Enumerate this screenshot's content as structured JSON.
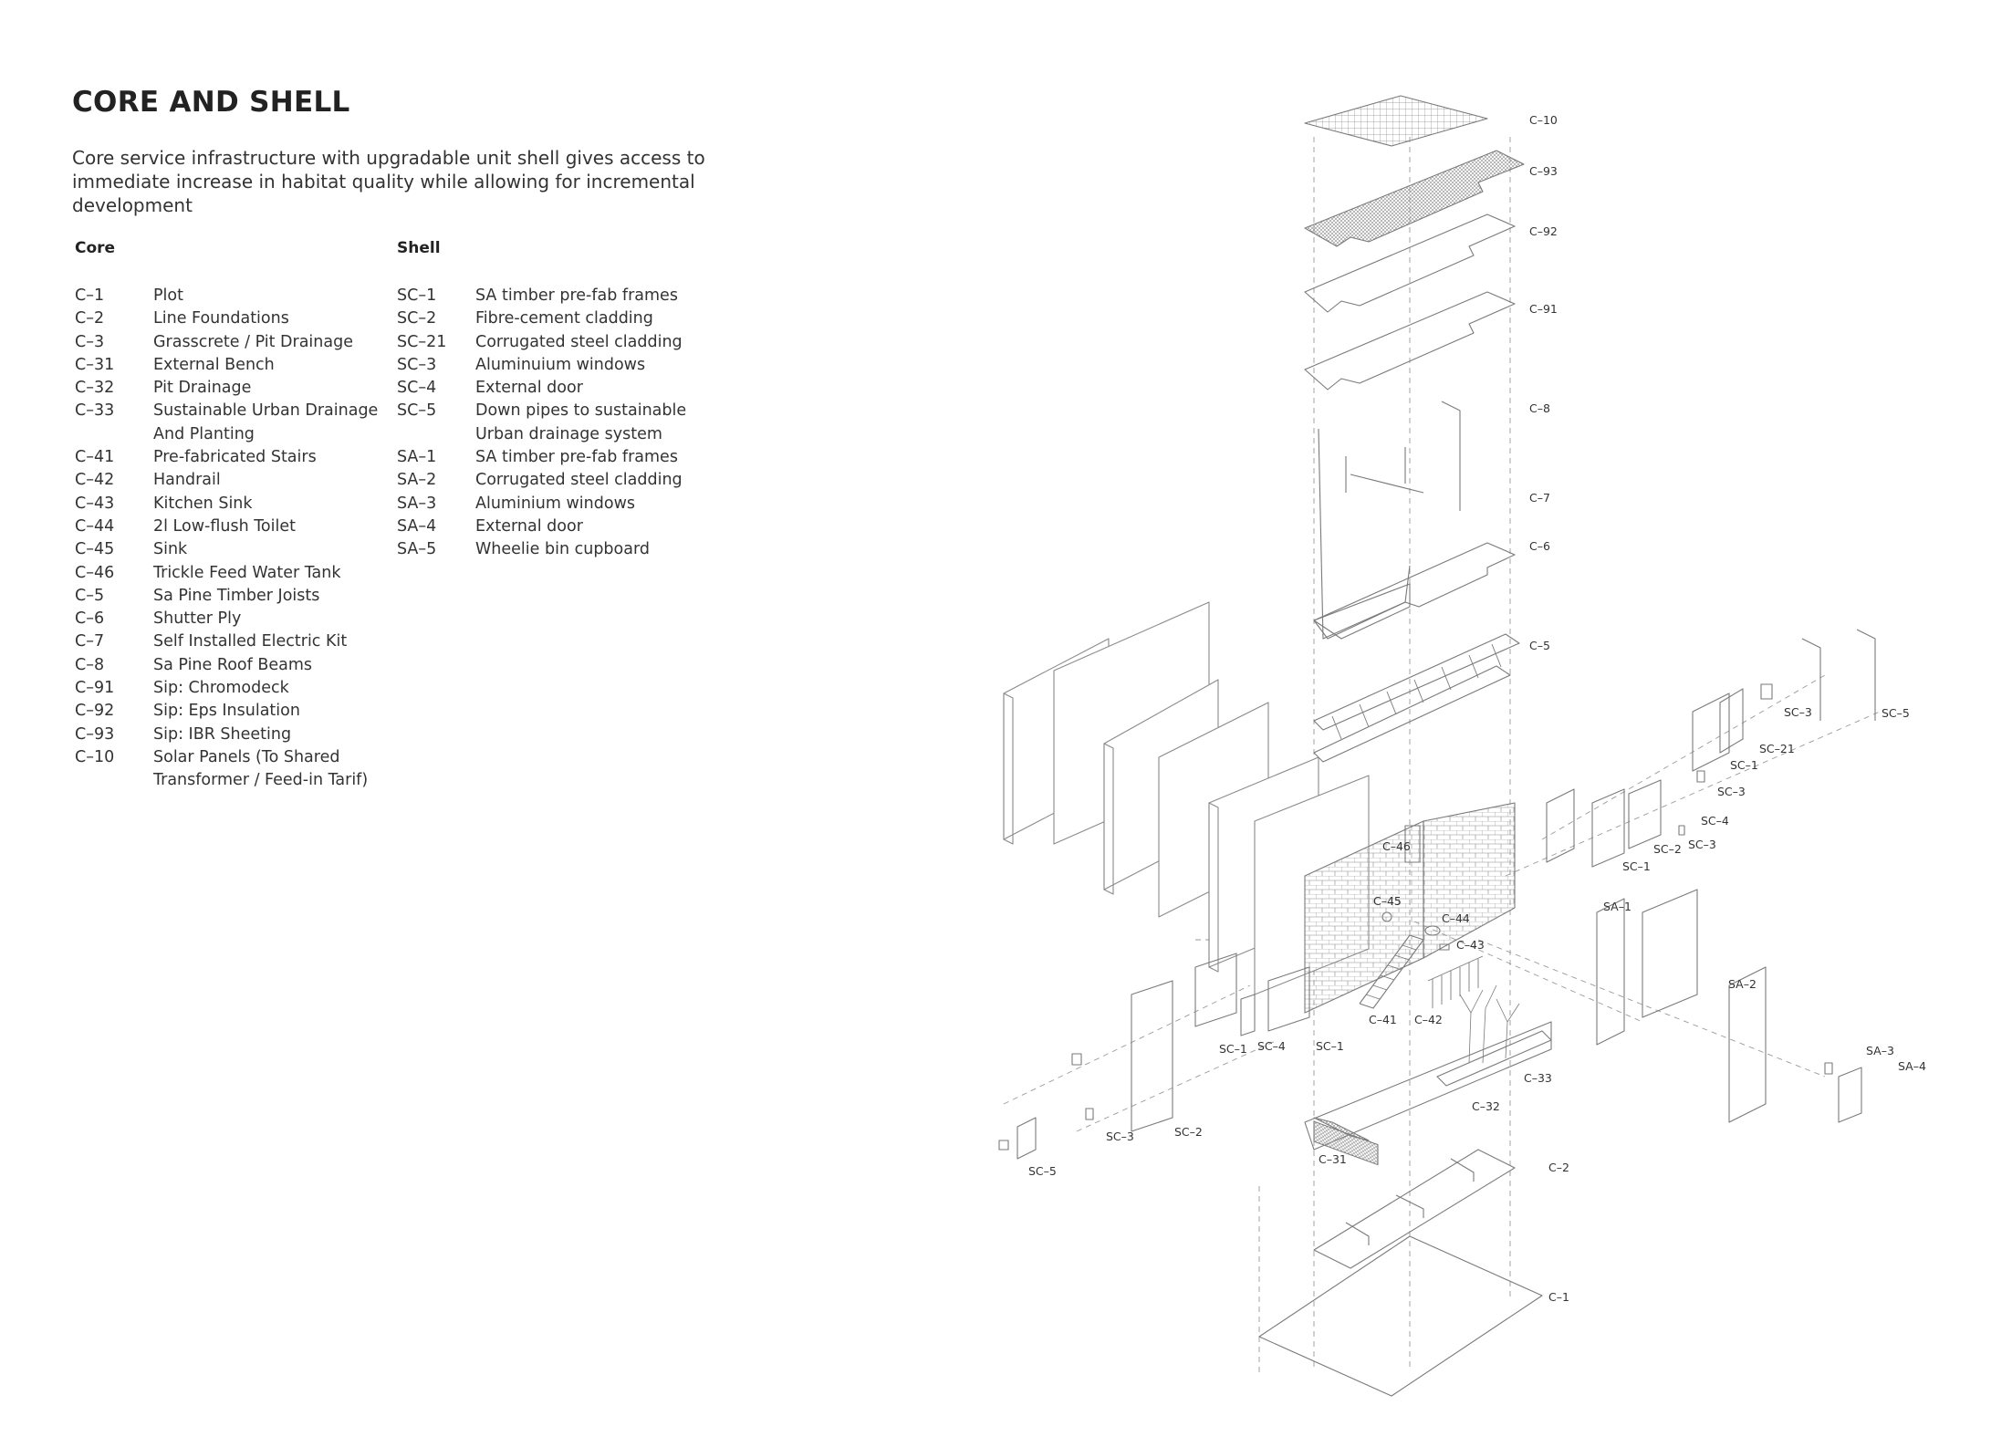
{
  "title": "CORE AND SHELL",
  "intro": "Core service infrastructure with upgradable unit shell gives access to immediate increase in habitat quality while allowing for incremental development",
  "core": {
    "heading": "Core",
    "items": [
      {
        "code": "C–1",
        "desc": "Plot"
      },
      {
        "code": "C–2",
        "desc": "Line Foundations"
      },
      {
        "code": "C–3",
        "desc": "Grasscrete / Pit Drainage"
      },
      {
        "code": "C–31",
        "desc": "External Bench"
      },
      {
        "code": "C–32",
        "desc": "Pit Drainage"
      },
      {
        "code": "C–33",
        "desc": "Sustainable Urban Drainage\nAnd Planting"
      },
      {
        "code": "C–41",
        "desc": "Pre-fabricated Stairs"
      },
      {
        "code": "C–42",
        "desc": "Handrail"
      },
      {
        "code": "C–43",
        "desc": "Kitchen Sink"
      },
      {
        "code": "C–44",
        "desc": "2l Low-flush Toilet"
      },
      {
        "code": "C–45",
        "desc": "Sink"
      },
      {
        "code": "C–46",
        "desc": "Trickle Feed Water Tank"
      },
      {
        "code": "C–5",
        "desc": "Sa Pine Timber Joists"
      },
      {
        "code": "C–6",
        "desc": "Shutter Ply"
      },
      {
        "code": "C–7",
        "desc": "Self Installed Electric Kit"
      },
      {
        "code": "C–8",
        "desc": "Sa Pine Roof Beams"
      },
      {
        "code": "C–91",
        "desc": "Sip: Chromodeck"
      },
      {
        "code": "C–92",
        "desc": "Sip: Eps Insulation"
      },
      {
        "code": "C–93",
        "desc": "Sip: IBR Sheeting"
      },
      {
        "code": "C–10",
        "desc": "Solar Panels (To Shared\nTransformer / Feed-in Tarif)"
      }
    ]
  },
  "shell": {
    "heading": "Shell",
    "items": [
      {
        "code": "SC–1",
        "desc": "SA timber pre-fab frames"
      },
      {
        "code": "SC–2",
        "desc": "Fibre-cement cladding"
      },
      {
        "code": "SC–21",
        "desc": "Corrugated steel cladding"
      },
      {
        "code": "SC–3",
        "desc": "Aluminuium windows"
      },
      {
        "code": "SC–4",
        "desc": "External door"
      },
      {
        "code": "SC–5",
        "desc": "Down pipes to sustainable\nUrban drainage system"
      },
      {
        "code": "SA–1",
        "desc": "SA timber pre-fab frames"
      },
      {
        "code": "SA–2",
        "desc": "Corrugated steel cladding"
      },
      {
        "code": "SA–3",
        "desc": "Aluminium windows"
      },
      {
        "code": "SA–4",
        "desc": "External door"
      },
      {
        "code": "SA–5",
        "desc": "Wheelie bin cupboard"
      }
    ]
  },
  "diagram": {
    "labels": [
      "C–10",
      "C–93",
      "C–92",
      "C–91",
      "C–8",
      "C–7",
      "C–6",
      "C–5",
      "C–46",
      "C–45",
      "C–44",
      "C–43",
      "C–41",
      "C–42",
      "C–33",
      "C–32",
      "C–31",
      "C–2",
      "C–1",
      "SC–3",
      "SC–5",
      "SC–21",
      "SC–1",
      "SC–3",
      "SC–4",
      "SC–2",
      "SC–3",
      "SC–1",
      "SA–1",
      "SA–2",
      "SA–3",
      "SA–4",
      "SC–1",
      "SC–4",
      "SC–1",
      "SC–3",
      "SC–2",
      "SC–5"
    ],
    "line_color": "#7a7a7a"
  }
}
